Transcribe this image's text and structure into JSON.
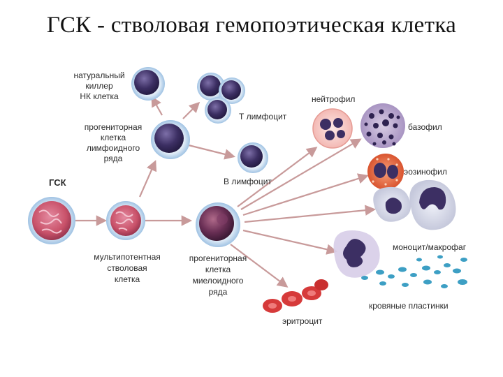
{
  "title": "ГСК - стволовая гемопоэтическая клетка",
  "labels": {
    "gsk": "ГСК",
    "nk": [
      "натуральный",
      "киллер",
      "НК клетка"
    ],
    "lymphoid_progenitor": [
      "прогениторная",
      "клетка",
      "лимфоидного",
      "ряда"
    ],
    "t_cell": "Т лимфоцит",
    "b_cell": "В лимфоцит",
    "multipotent": [
      "мультипотентная",
      "стволовая",
      "клетка"
    ],
    "myeloid_progenitor": [
      "прогениторная",
      "клетка",
      "миелоидного",
      "ряда"
    ],
    "neutrophil": "нейтрофил",
    "basophil": "базофил",
    "eosinophil": "эозинофил",
    "monocyte": "моноцит/макрофаг",
    "erythrocyte": "эритроцит",
    "platelets": "кровяные пластинки"
  },
  "colors": {
    "arrow": "#c89a9a",
    "nucleus_dark": "#3c2f63",
    "stem_pink": "#c9526a",
    "membrane": "#bcd6ee",
    "rbc": "#d63a3a",
    "platelet": "#3d9fc4"
  }
}
